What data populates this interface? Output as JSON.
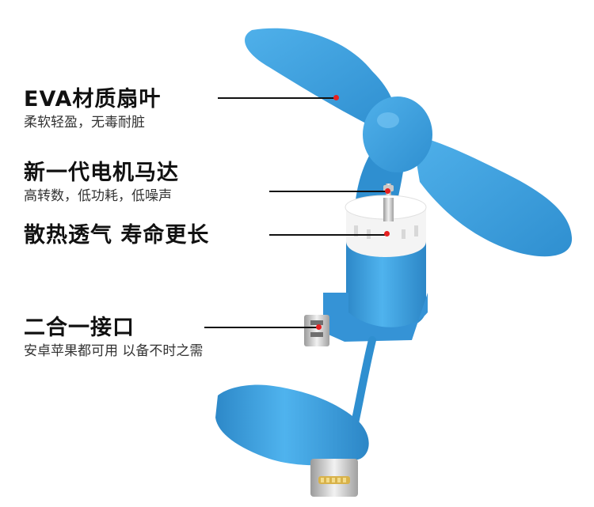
{
  "features": [
    {
      "title": "EVA材质扇叶",
      "subtitle": "柔软轻盈，无毒耐脏"
    },
    {
      "title": "新一代电机马达",
      "subtitle": "高转数，低功耗，低噪声"
    },
    {
      "title": "散热透气 寿命更长",
      "subtitle": ""
    },
    {
      "title": "二合一接口",
      "subtitle": "安卓苹果都可用 以备不时之需"
    }
  ],
  "colors": {
    "fan_blue": "#3d9fdc",
    "callout_dot": "#e62020"
  }
}
